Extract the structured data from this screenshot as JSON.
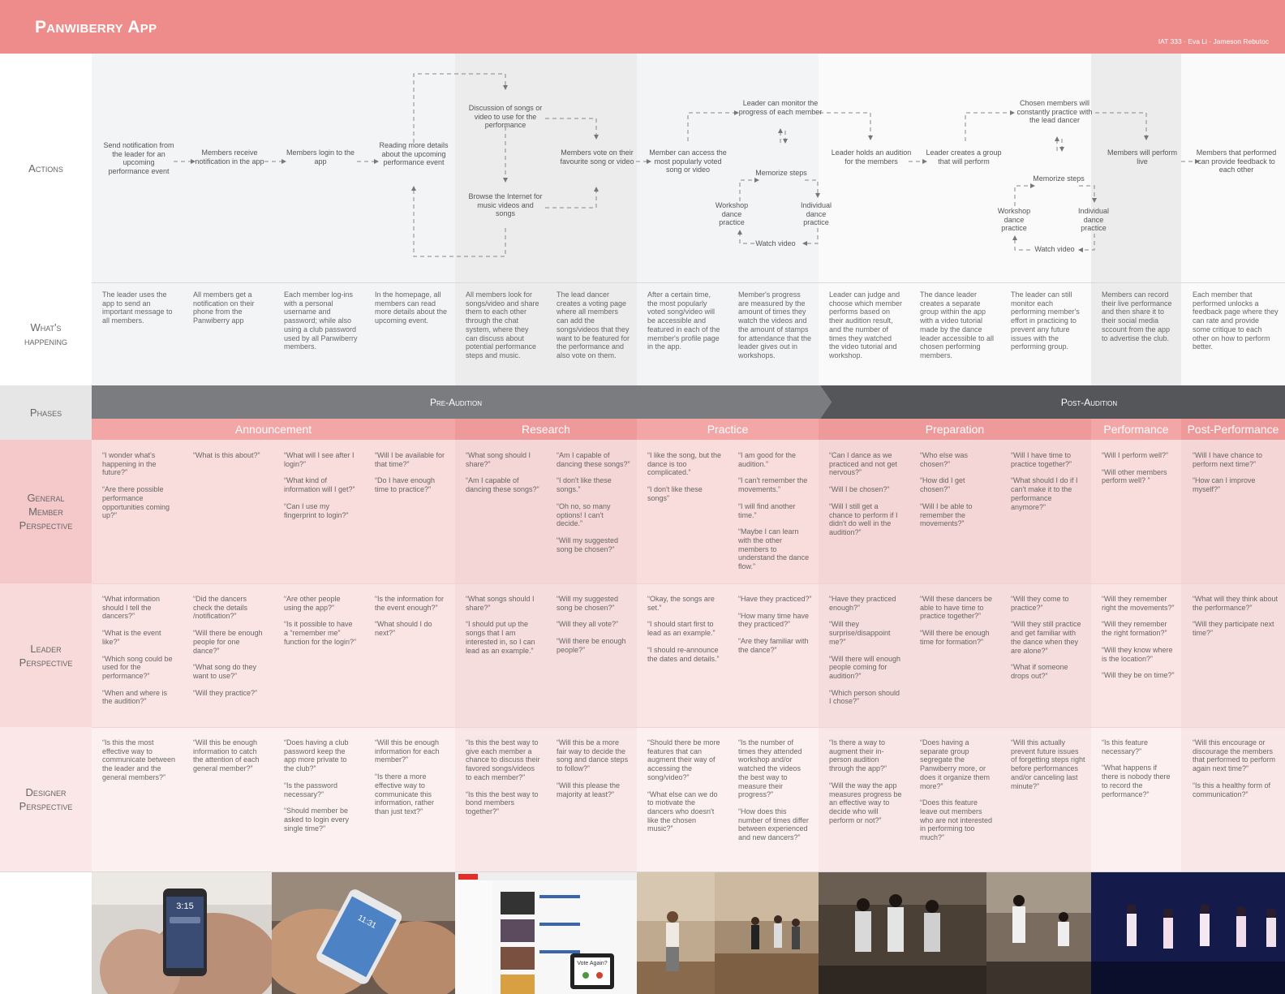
{
  "header": {
    "title": "Panwiberry App",
    "credits": "IAT 333 · Eva Li · Jameson Rebutoc"
  },
  "row_labels": {
    "actions": "Actions",
    "happening": "What's happening",
    "phases": "Phases",
    "member": "General Member Perspective",
    "leader": "Leader Perspective",
    "designer": "Designer Perspective"
  },
  "actions": [
    "Send notification from the leader for an upcoming performance event",
    "Members receive notification in the app",
    "Members login to the app",
    "Reading more details about the upcoming performance event",
    "Discussion of songs or video to use for the performance",
    "Browse the Internet for music videos and songs",
    "Members vote on their favourite song or video",
    "Member can access the most popularly voted song or video",
    "Leader can monitor the progress of each member",
    "Memorize steps",
    "Workshop dance practice",
    "Individual dance practice",
    "Watch video",
    "Leader holds an audition for the members",
    "Leader creates a group that will perform",
    "Chosen members will constantly practice with the lead dancer",
    "Memorize steps",
    "Workshop dance practice",
    "Individual dance practice",
    "Watch video",
    "Members will perform live",
    "Members that performed can provide feedback to each other"
  ],
  "happening": [
    "The leader uses the app to send an important message to all members.",
    "All members get a notification on their phone from the Panwiberry app",
    "Each member log-ins with a personal username and password; while also using a club password used by all Panwiberry members.",
    "In the homepage, all members can read more details about the upcoming event.",
    "All members look for songs/video and share them to each other through the chat system, where they can discuss about potential performance steps and music.",
    "The lead dancer creates a voting page where all members can add the songs/videos that they want to be featured for the performance and also vote on them.",
    "After a certain time, the most popularly voted song/video will be accessible and featured in each of the member's profile page in the app.",
    "Member's progress are measured by the amount of times they watch the videos and the amount of stamps for attendance that the leader gives out in workshops.",
    "Leader can judge and choose which member performs based on their audition result, and the number of times they watched the video tutorial and workshop.",
    "The dance leader creates a separate group within the app with a video tutorial made by the dance leader accessible to all chosen performing members.",
    "The leader can still monitor each performing member's effort in practicing to prevent any future issues with the performing group.",
    "Members can record their live performance and then share it to their social media sccount from the app to advertise the club.",
    "Each member that performed unlocks a feedback page where they can rate and provide some critique to each other on how to perform better."
  ],
  "phases": {
    "pre": "Pre-Audition",
    "post": "Post-Audition",
    "sub": [
      "Announcement",
      "Research",
      "Practice",
      "Preparation",
      "Performance",
      "Post-Performance"
    ]
  },
  "member": [
    [
      "“I wonder what's happening in the future?”",
      "“Are there possible performance opportunities coming up?”"
    ],
    [
      "“What is this about?”"
    ],
    [
      "“What will I see after I login?”",
      "“What kind of information will I get?”",
      "“Can I use my fingerprint to login?”"
    ],
    [
      "“Will I be available for that time?”",
      "“Do I have enough time to practice?”"
    ],
    [
      "“What song should I share?”",
      "“Am I capable of dancing these songs?”"
    ],
    [
      "“Am I capable of dancing these songs?”",
      "“I don't like these songs.”",
      "“Oh no, so many options! I can't decide.”",
      "“Will my suggested song be chosen?”"
    ],
    [
      "“I like the song, but the dance is too complicated.”",
      "“I don't like these songs”"
    ],
    [
      "“I am good for the audition.”",
      "“I can't remember the movements.”",
      "“I will find another time.”",
      "“Maybe I can learn with the other members to understand the dance flow.”"
    ],
    [
      "“Can I dance as we practiced and not get nervous?”",
      "“Will I be chosen?”",
      "“Will I still get a chance to perform if I didn't do well in the audition?”"
    ],
    [
      "“Who else was chosen?”",
      "“How did I get chosen?”",
      "“Will I be able to remember the movements?”"
    ],
    [
      "“Will I have time to practice together?”",
      "“What should I do if I can't make it to the performance anymore?”"
    ],
    [
      "“Will I perform well?”",
      "“Will other members perform well? ”"
    ],
    [
      "“Will I have chance to perform next time?”",
      "“How can I improve myself?”"
    ]
  ],
  "leader": [
    [
      "“What information should I tell the dancers?”",
      "“What is the event like?”",
      "“Which song could be used for the performance?”",
      "“When and where is the audition?”"
    ],
    [
      "“Did the dancers check the details /notification?”",
      "“Will there be enough people for one dance?”",
      "“What song do they want to use?”",
      "“Will they practice?”"
    ],
    [
      "“Are other people using the app?”",
      "“Is it possible to have a “remember me” function for the login?”"
    ],
    [
      "“Is the information for the event enough?”",
      "“What should I do next?”"
    ],
    [
      "“What songs should I share?”",
      "“I should put up the songs that I am interested in, so I can lead as an example.”"
    ],
    [
      "“Will my suggested song be chosen?”",
      "“Will they all vote?”",
      "“Will there be enough people?”"
    ],
    [
      "“Okay, the songs are set.”",
      "“I should start first to lead as an example.”",
      "“I should re-announce the dates and details.”"
    ],
    [
      "“Have they practiced?”",
      "“How many time have they practiced?”",
      "“Are they familiar with the dance?”"
    ],
    [
      "“Have they practiced enough?”",
      "“Will they surprise/disappoint me?”",
      "“Will there will enough people coming for audition?”",
      "“Which person should I chose?”"
    ],
    [
      "“Will these dancers be able to have time to practice together?”",
      "“Will there be enough time for formation?”"
    ],
    [
      "“Will they come to practice?”",
      "“Will they still practice and get familiar with the dance when they are alone?”",
      "“What if someone drops out?”"
    ],
    [
      "“Will they remember right the movements?”",
      "“Will they remember the right formation?”",
      "“Will they know where is the location?”",
      "“Will they be on time?”"
    ],
    [
      "“What will they think about the performance?”",
      "“Will they participate next time?”"
    ]
  ],
  "designer": [
    [
      "“Is this the most effective way to communicate between the leader and the general members?”"
    ],
    [
      "“Will this be enough information to catch the attention of each general member?”"
    ],
    [
      "“Does having a club password keep the app more private to the club?”",
      "“Is the password necessary?”",
      "“Should member be asked to login every single time?”"
    ],
    [
      "“Will this be enough information for each member?”",
      "“Is there a more effective way to communicate this information, rather than just text?”"
    ],
    [
      "“Is this the best way to give each member a chance to discuss their favored songs/videos to each member?”",
      "“Is this the best way to bond members together?”"
    ],
    [
      "“Will this be a more fair way to decide the song and dance steps to follow?”",
      "“Will this please the majority at least?”"
    ],
    [
      "“Should there be more features that can augment their way of accessing the song/video?”",
      "“What else can we do to motivate the dancers who doesn't like the chosen music?”"
    ],
    [
      "“Is the number of times they attended workshop and/or watched the videos the best way to measure their progress?”",
      "“How does this number of times differ between experienced and new dancers?”"
    ],
    [
      "“Is there a way to augment their in-person audition through the app?”",
      "“Will the way the app measures progress be an effective way to decide who will perform or not?”"
    ],
    [
      "“Does having a separate group segregate the Panwiberry more, or does it organize them more?”",
      "“Does this feature leave out members who are not interested in performing too much?”"
    ],
    [
      "“Will this actually prevent future issues of forgetting steps right before performances and/or canceling last minute?”"
    ],
    [
      "“Is this feature necessary?”",
      "“What happens if there is nobody there to record the performance?”"
    ],
    [
      "“Will this encourage or discourage the members that performed to perform again next time?”",
      "“Is this a healthy form of communication?”"
    ]
  ],
  "photos": {
    "lockscreen_time": "3:15",
    "phone_time": "11:31",
    "vote_popup": "Vote Again?"
  },
  "colors": {
    "header": "#ee8c8b",
    "pre_phase": "#7b7c80",
    "post_phase": "#55565a",
    "sub_phase": "#f3a6a6",
    "member_row": "#f9dcdc",
    "leader_row": "#fae4e4",
    "designer_row": "#fdf0f0"
  }
}
